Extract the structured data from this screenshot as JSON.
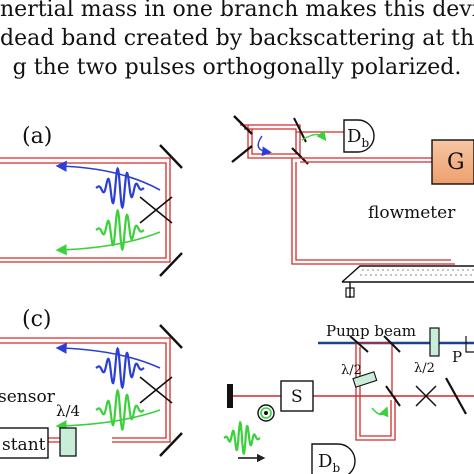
{
  "caption": {
    "lines": [
      "nertial mass in one branch makes this device",
      "dead band created by backscattering at the",
      "g the two pulses orthogonally polarized."
    ]
  },
  "figure": {
    "panel_a_label": "(a)",
    "panel_c_label": "(c)",
    "flowmeter_label": "flowmeter",
    "gyro_box_label": "G",
    "detector_label_top": "D",
    "detector_label_top_sub": "b",
    "detector_label_bottom": "D",
    "detector_label_bottom_sub": "b",
    "sensor_label": "sensor",
    "constant_label": "stant",
    "quarter_wave_label": "λ/4",
    "half_wave_label_1": "λ/2",
    "half_wave_label_2": "λ/2",
    "pump_beam_label": "Pump beam",
    "s_box_label": "S",
    "p_label": "P",
    "colors": {
      "beam": "#d42a2a",
      "pulse_blue": "#2b3fd6",
      "pulse_green": "#3cd13c",
      "pump_beam": "#1f3f8f",
      "gyro_box_fill": "#f2b48a",
      "waveplate_fill": "#c8eeda"
    }
  }
}
